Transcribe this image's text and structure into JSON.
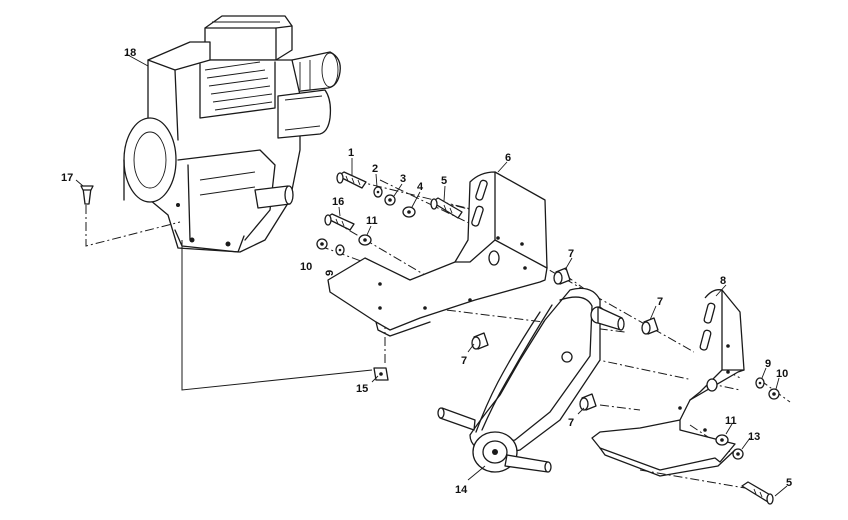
{
  "labels": {
    "l1": "1",
    "l2": "2",
    "l3": "3",
    "l4": "4",
    "l5a": "5",
    "l5b": "5",
    "l6": "6",
    "l7a": "7",
    "l7b": "7",
    "l7c": "7",
    "l7d": "7",
    "l8": "8",
    "l9a": "9",
    "l9b": "9",
    "l10a": "10",
    "l10b": "10",
    "l11a": "11",
    "l11b": "11",
    "l13": "13",
    "l14": "14",
    "l15": "15",
    "l16": "16",
    "l17": "17",
    "l18": "18"
  }
}
